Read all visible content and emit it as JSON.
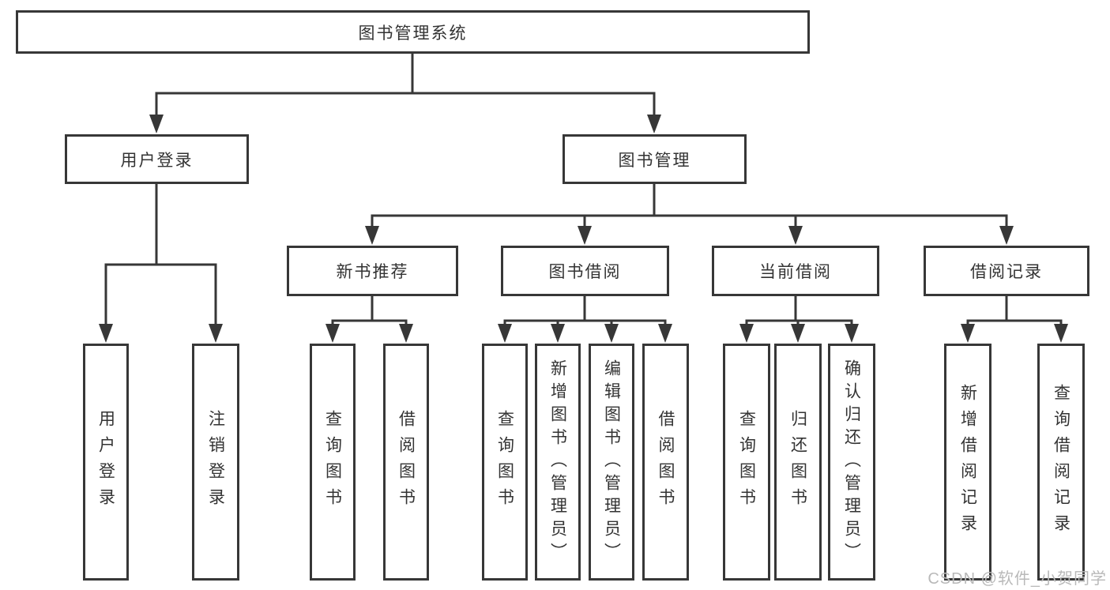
{
  "tree": {
    "root": {
      "label": "图书管理系统"
    },
    "branches": [
      {
        "label": "用户登录",
        "children": [
          {
            "label": "用户登录"
          },
          {
            "label": "注销登录"
          }
        ]
      },
      {
        "label": "图书管理",
        "children": [
          {
            "label": "新书推荐",
            "children": [
              {
                "label": "查询图书"
              },
              {
                "label": "借阅图书"
              }
            ]
          },
          {
            "label": "图书借阅",
            "children": [
              {
                "label": "查询图书"
              },
              {
                "label": "新增图书（管理员）"
              },
              {
                "label": "编辑图书（管理员）"
              },
              {
                "label": "借阅图书"
              }
            ]
          },
          {
            "label": "当前借阅",
            "children": [
              {
                "label": "查询图书"
              },
              {
                "label": "归还图书"
              },
              {
                "label": "确认归还（管理员）"
              }
            ]
          },
          {
            "label": "借阅记录",
            "children": [
              {
                "label": "新增借阅记录"
              },
              {
                "label": "查询借阅记录"
              }
            ]
          }
        ]
      }
    ]
  },
  "watermark": {
    "text": "CSDN @软件_小贺同学"
  },
  "colors": {
    "line": "#373737",
    "text": "#333333",
    "watermark": "#b9b9b9",
    "background": "#ffffff"
  }
}
